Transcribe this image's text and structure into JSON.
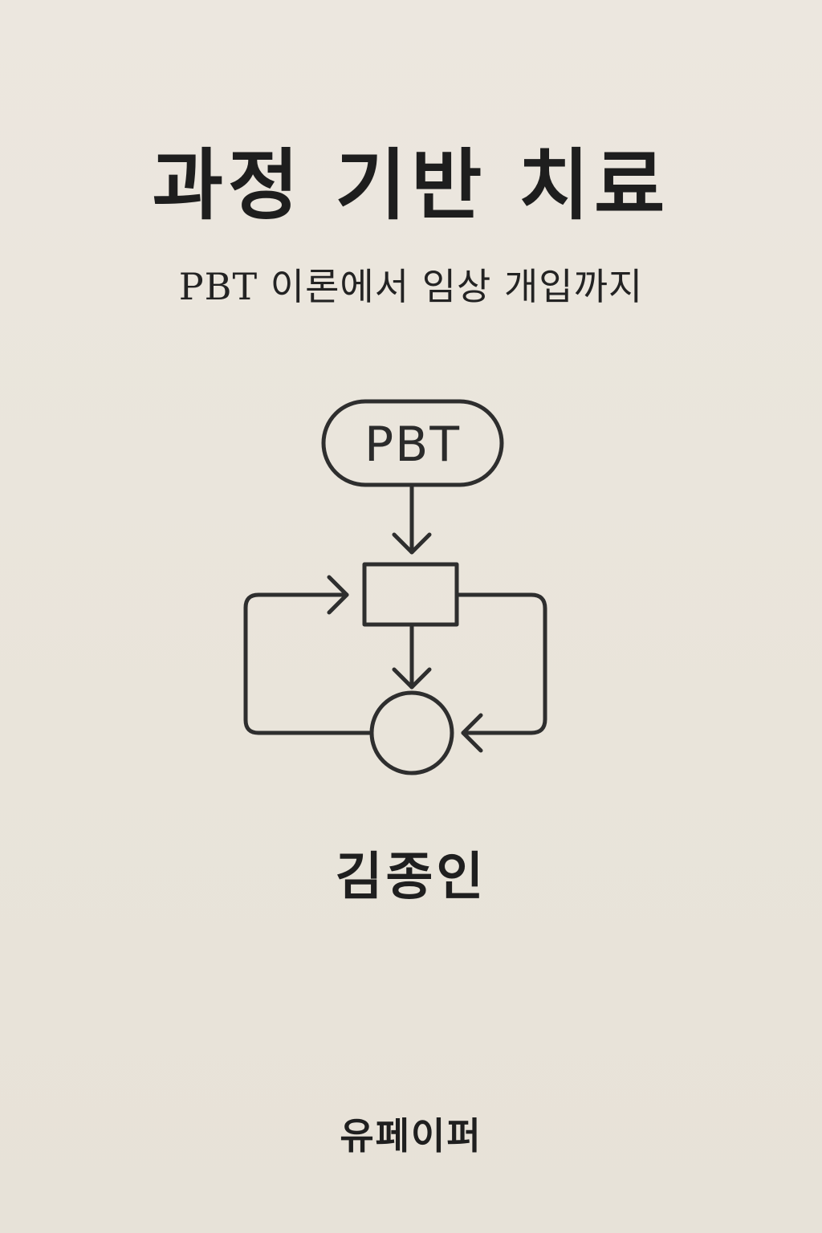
{
  "cover": {
    "title": "과정 기반 치료",
    "subtitle": "PBT 이론에서 임상 개입까지",
    "author": "김종인",
    "publisher": "유페이퍼"
  },
  "diagram": {
    "top_node_label": "PBT",
    "stroke_color": "#2e2e2e",
    "background_color": "#ebe6dd"
  }
}
